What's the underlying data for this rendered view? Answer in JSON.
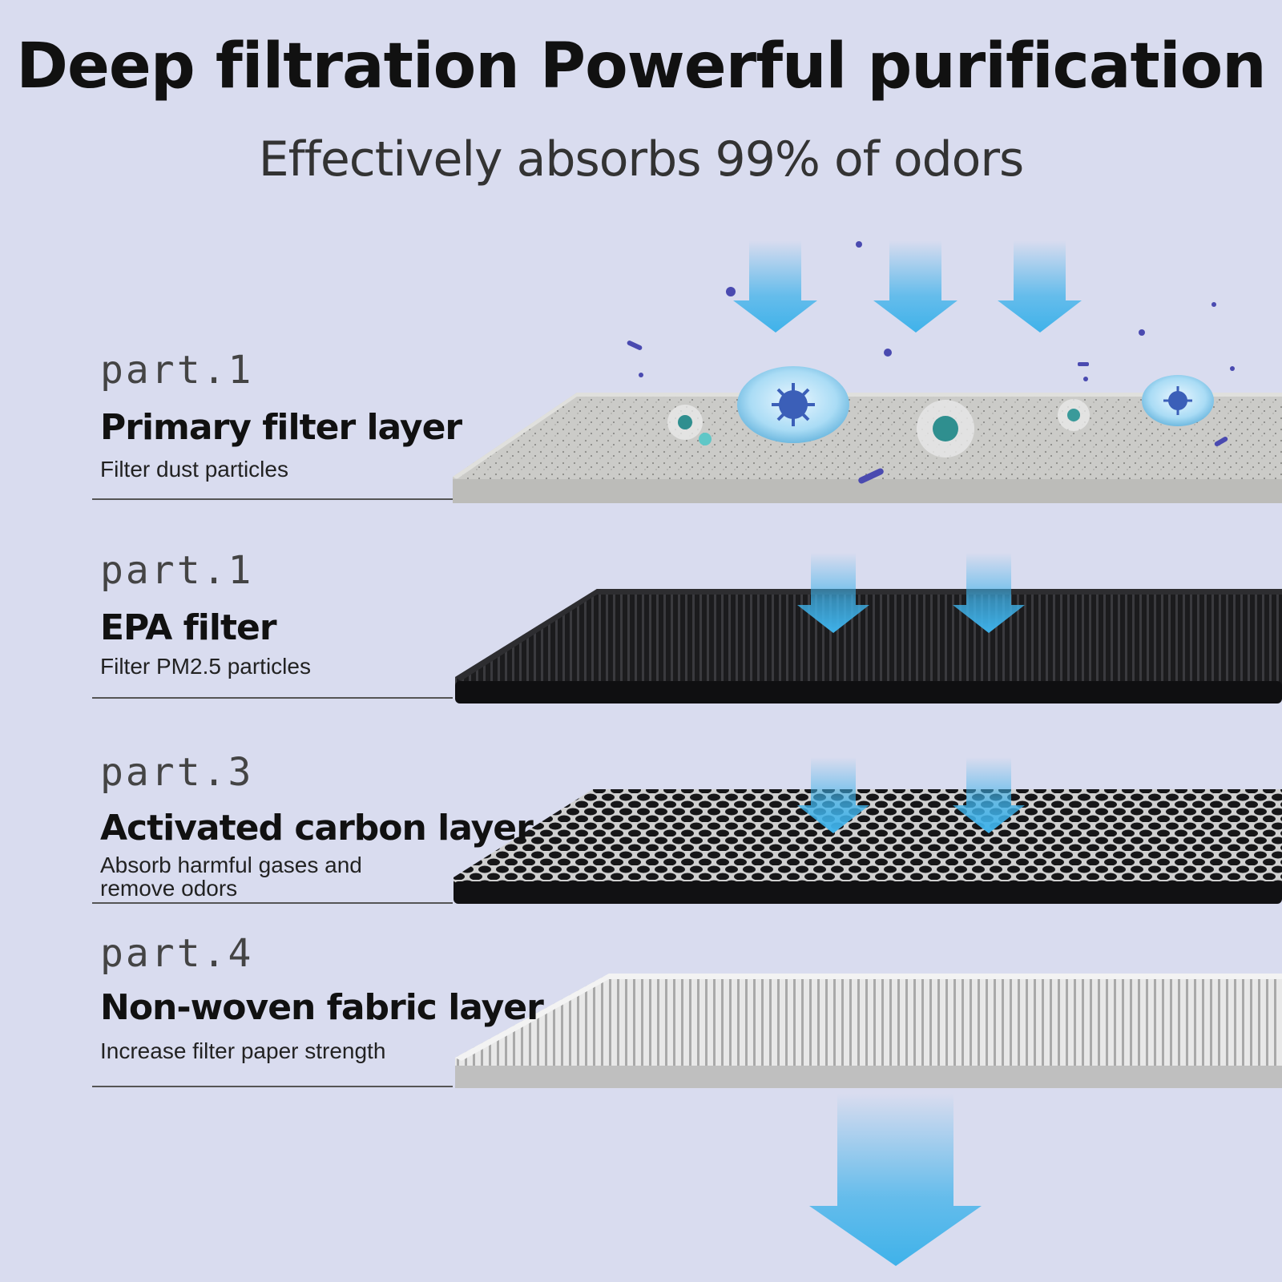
{
  "header": {
    "title": "Deep filtration  Powerful purification",
    "subtitle": "Effectively absorbs 99% of odors"
  },
  "layers": [
    {
      "part": "part.1",
      "name": "Primary filter layer",
      "desc": "Filter dust particles"
    },
    {
      "part": "part.1",
      "name": "EPA filter",
      "desc": "Filter PM2.5 particles"
    },
    {
      "part": "part.3",
      "name": "Activated carbon layer",
      "desc": "Absorb harmful gases and remove odors"
    },
    {
      "part": "part.4",
      "name": "Non-woven fabric layer",
      "desc": "Increase filter paper strength"
    }
  ],
  "colors": {
    "background": "#d9dcef",
    "arrow": "#3fb2ea",
    "dust_layer": "#c9c9c6",
    "epa_layer": "#1a1a1c",
    "carbon_layer": "#141416",
    "fabric_layer": "#dcdcdc",
    "particle": "#4a4ab0"
  },
  "icons": [
    "down-arrow-icon",
    "virus-icon",
    "particle-icon"
  ]
}
